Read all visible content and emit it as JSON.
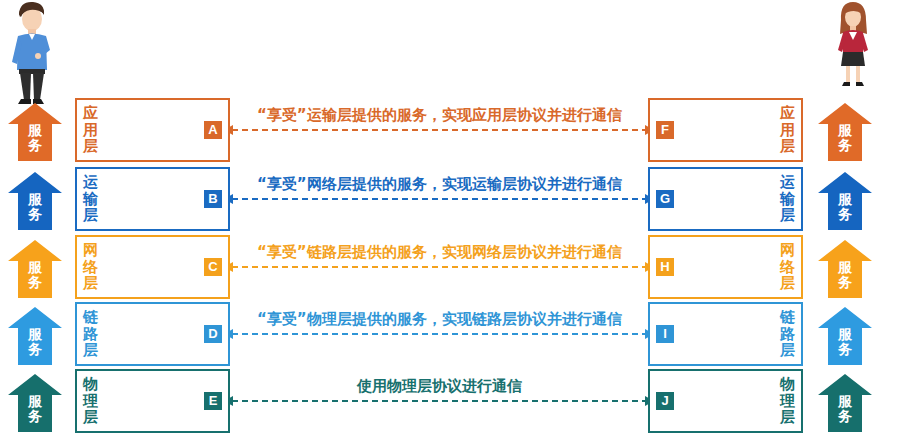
{
  "diagram": {
    "nodes": [
      {
        "text": [
          "服务"
        ]
      },
      {
        "text": [
          "应用层"
        ]
      },
      {
        "text": [
          "A"
        ],
        "in": 1
      },
      {
        "text": [
          "应用层"
        ]
      },
      {
        "text": [
          "F"
        ],
        "in": 3
      },
      {
        "text": [
          "服务"
        ]
      },
      {
        "text": [
          "服务"
        ]
      },
      {
        "text": [
          "运输层"
        ]
      },
      {
        "text": [
          "B"
        ],
        "in": 7
      },
      {
        "text": [
          "运输层"
        ]
      },
      {
        "text": [
          "G"
        ],
        "in": 9
      },
      {
        "text": [
          "服务"
        ]
      },
      {
        "text": [
          "服务"
        ]
      },
      {
        "text": [
          "网络层"
        ]
      },
      {
        "text": [
          "C"
        ],
        "in": 13
      },
      {
        "text": [
          "网络层"
        ]
      },
      {
        "text": [
          "H"
        ],
        "in": 15
      },
      {
        "text": [
          "服务"
        ]
      },
      {
        "text": [
          "服务"
        ]
      },
      {
        "text": [
          "链路层"
        ]
      },
      {
        "text": [
          "D"
        ],
        "in": 19
      },
      {
        "text": [
          "链路层"
        ]
      },
      {
        "text": [
          "I"
        ],
        "in": 21
      },
      {
        "text": [
          "服务"
        ]
      },
      {
        "text": [
          "服务"
        ]
      },
      {
        "text": [
          "物理层"
        ]
      },
      {
        "text": [
          "E"
        ],
        "in": 25
      },
      {
        "text": [
          "物理层"
        ]
      },
      {
        "text": [
          "J"
        ],
        "in": 27
      },
      {
        "text": [
          "服务"
        ]
      }
    ],
    "edges": [
      {
        "from": 2,
        "to": 4,
        "arrow": "both",
        "label": "“享受”运输层提供的服务，实现应用层协议并进行通信"
      },
      {
        "from": 8,
        "to": 10,
        "arrow": "both",
        "label": "“享受”网络层提供的服务，实现运输层协议并进行通信"
      },
      {
        "from": 14,
        "to": 16,
        "arrow": "both",
        "label": "“享受”链路层提供的服务，实现网络层协议并进行通信"
      },
      {
        "from": 20,
        "to": 22,
        "arrow": "both",
        "label": "“享受”物理层提供的服务，实现链路层协议并进行通信"
      },
      {
        "from": 26,
        "to": 28,
        "arrow": "both",
        "label": "使用物理层协议进行通信"
      }
    ]
  }
}
